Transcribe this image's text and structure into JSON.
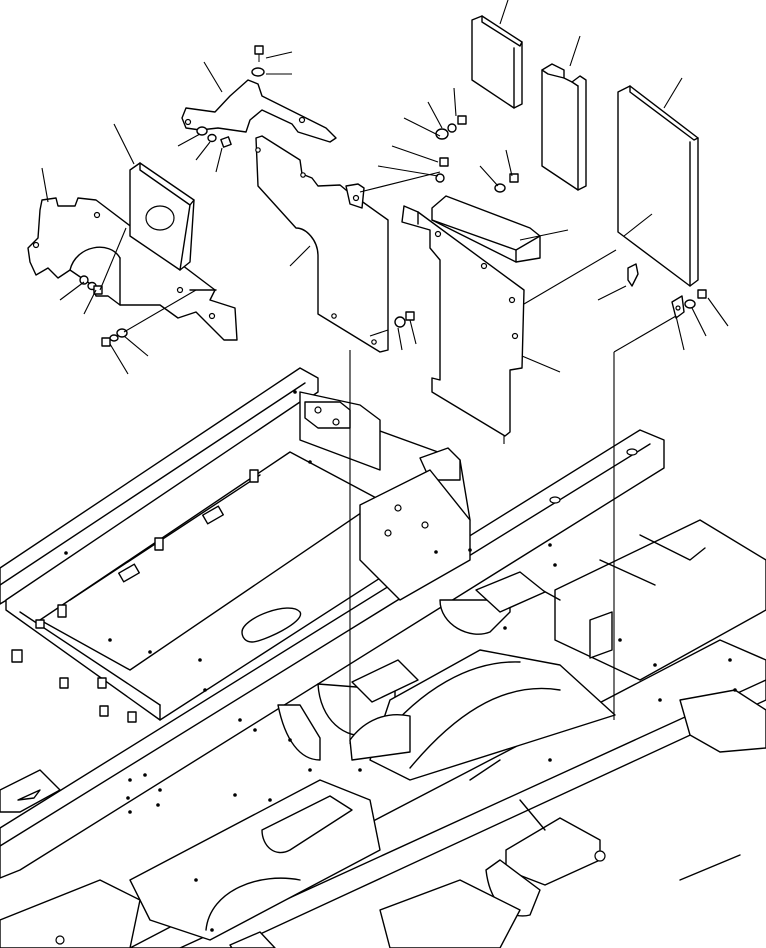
{
  "diagram": {
    "kind": "exploded parts view (line drawing, no printed text)",
    "parts": [
      {
        "id": "left-cover-plate",
        "label": ""
      },
      {
        "id": "left-pad",
        "label": ""
      },
      {
        "id": "upper-bracket",
        "label": ""
      },
      {
        "id": "center-cover-plate",
        "label": ""
      },
      {
        "id": "right-cover-plate",
        "label": ""
      },
      {
        "id": "top-pad-small",
        "label": ""
      },
      {
        "id": "top-pad-notched",
        "label": ""
      },
      {
        "id": "right-tall-pad",
        "label": ""
      },
      {
        "id": "angled-block",
        "label": ""
      },
      {
        "id": "bolts-and-washers",
        "label": ""
      },
      {
        "id": "clips",
        "label": ""
      },
      {
        "id": "main-frame",
        "label": ""
      }
    ]
  }
}
